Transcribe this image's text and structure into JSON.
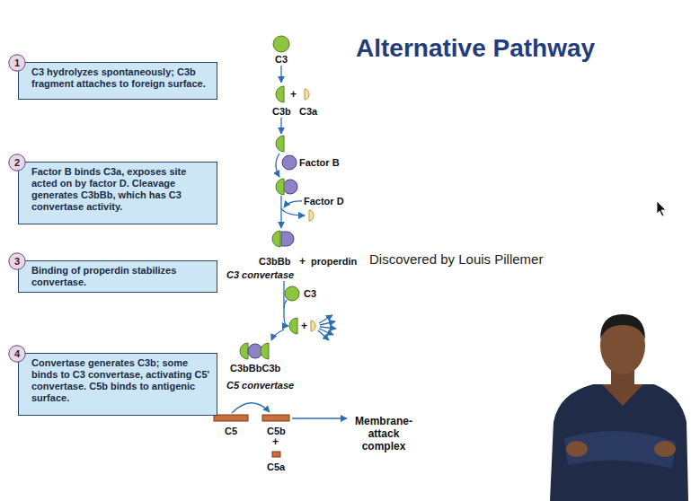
{
  "diagram": {
    "title": "Alternative Pathway",
    "nodes": [
      {
        "text": [
          "1"
        ]
      },
      {
        "text": [
          "C3 hydrolyzes spontaneously; C3b fragment attaches to foreign surface."
        ]
      },
      {
        "text": [
          "2"
        ]
      },
      {
        "text": [
          "Factor B binds C3a, exposes site acted on by factor D. Cleavage generates C3bBb, which has C3 convertase activity."
        ]
      },
      {
        "text": [
          "3"
        ]
      },
      {
        "text": [
          "Binding of properdin stabilizes convertase."
        ]
      },
      {
        "text": [
          "4"
        ]
      },
      {
        "text": [
          "Convertase generates C3b; some binds to C3 convertase, activating C5' convertase. C5b binds to antigenic surface."
        ]
      }
    ],
    "labels": [
      "C3",
      "C3b",
      "+",
      "C3a",
      "Factor B",
      "Factor D",
      "C3bBb",
      "+",
      "properdin",
      "C3 convertase",
      "Discovered by Louis Pillemer",
      "C3",
      "+",
      "C3bBbC3b",
      "C5 convertase",
      "C5",
      "C5b",
      "+",
      "C5a",
      "Membrane- attack complex"
    ]
  }
}
